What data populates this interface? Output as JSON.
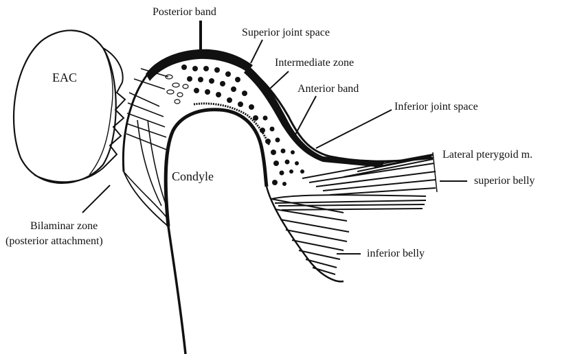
{
  "labels": {
    "posterior_band": "Posterior band",
    "superior_joint_space": "Superior joint space",
    "intermediate_zone": "Intermediate zone",
    "anterior_band": "Anterior band",
    "inferior_joint_space": "Inferior joint space",
    "lateral_pterygoid": "Lateral pterygoid m.",
    "superior_belly": "superior belly",
    "inferior_belly": "inferior belly",
    "eac": "EAC",
    "condyle": "Condyle",
    "bilaminar_zone": "Bilaminar zone",
    "posterior_attachment": "(posterior attachment)"
  },
  "colors": {
    "ink": "#111111",
    "background": "#ffffff"
  }
}
